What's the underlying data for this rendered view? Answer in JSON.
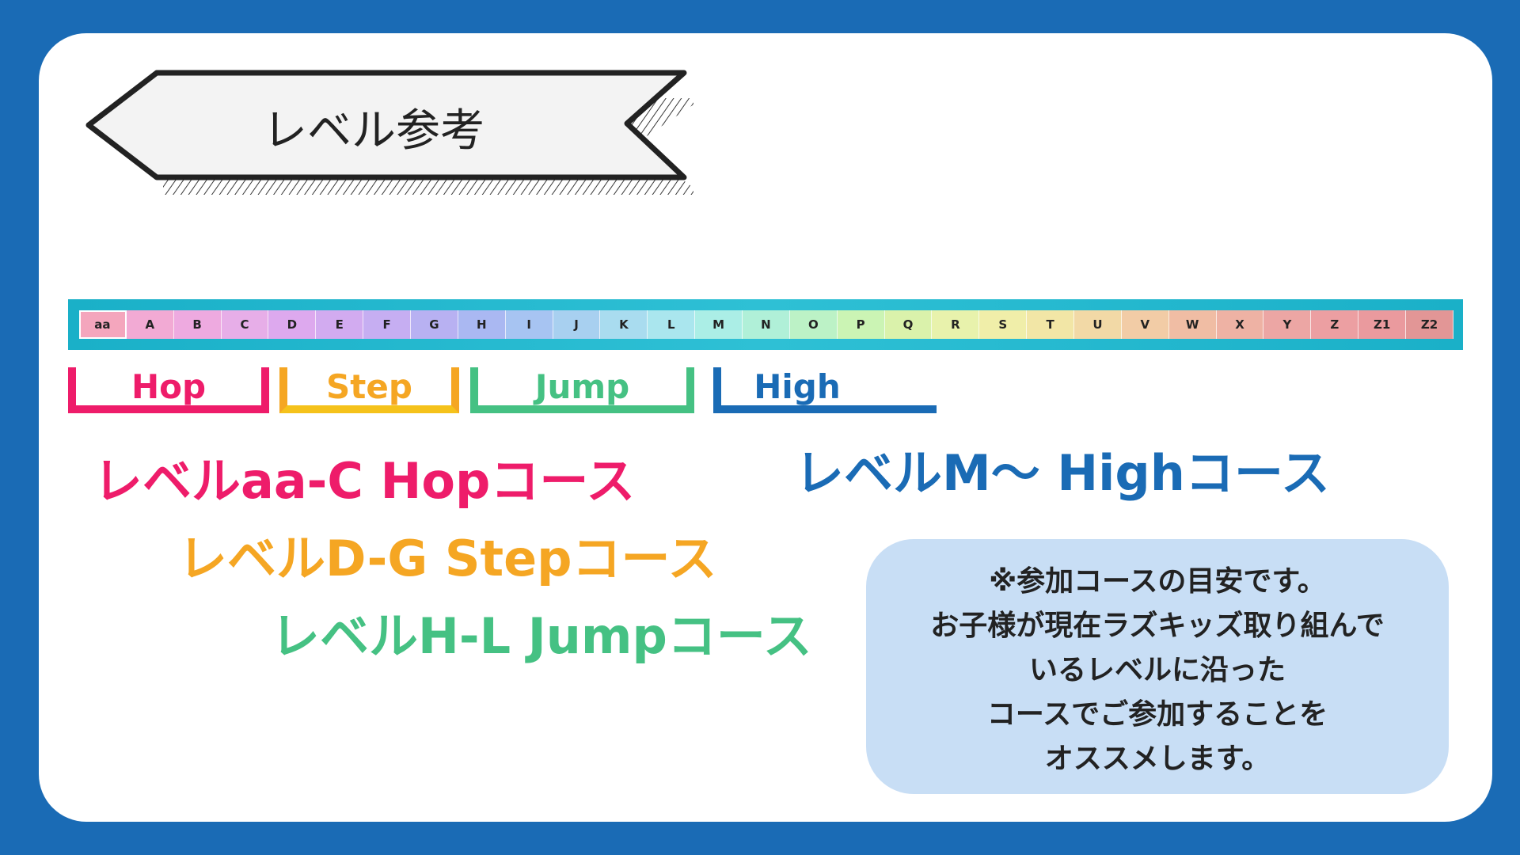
{
  "banner": {
    "title": "レベル参考"
  },
  "levels": [
    "aa",
    "A",
    "B",
    "C",
    "D",
    "E",
    "F",
    "G",
    "H",
    "I",
    "J",
    "K",
    "L",
    "M",
    "N",
    "O",
    "P",
    "Q",
    "R",
    "S",
    "T",
    "U",
    "V",
    "W",
    "X",
    "Y",
    "Z",
    "Z1",
    "Z2"
  ],
  "level_colors": [
    "#f4a6bd",
    "#f2aad4",
    "#eeaae0",
    "#e7aee8",
    "#dda9ee",
    "#d2abf0",
    "#c6aef2",
    "#b8b1f2",
    "#aab8f2",
    "#a7c4f2",
    "#a8d0f0",
    "#a9dcef",
    "#aae6ee",
    "#abeee6",
    "#b0f0d8",
    "#bcf2c6",
    "#cbf4b4",
    "#daf2ab",
    "#e8f2ac",
    "#f0eea9",
    "#f2e6a6",
    "#f2d9a6",
    "#f2cca6",
    "#f0bda4",
    "#eeb2a4",
    "#eca6a4",
    "#ec9fa2",
    "#ea9a9e",
    "#e29696"
  ],
  "brackets": {
    "hop": "Hop",
    "step": "Step",
    "jump": "Jump",
    "high": "High"
  },
  "courses": {
    "hop": "レベルaa-C  Hopコース",
    "step": "レベルD-G  Stepコース",
    "jump": "レベルH-L Jumpコース",
    "high": "レベルM〜   Highコース"
  },
  "note": {
    "lines": [
      "※参加コースの目安です。",
      "お子様が現在ラズキッズ取り組んで",
      "いるレベルに沿った",
      "コースでご参加することを",
      "オススメします。"
    ]
  },
  "colors": {
    "background": "#1a6bb5",
    "hop": "#ee1c6a",
    "step": "#f5a623",
    "jump": "#45c183",
    "high": "#1a6bb5",
    "note_bg": "#c8def5"
  }
}
